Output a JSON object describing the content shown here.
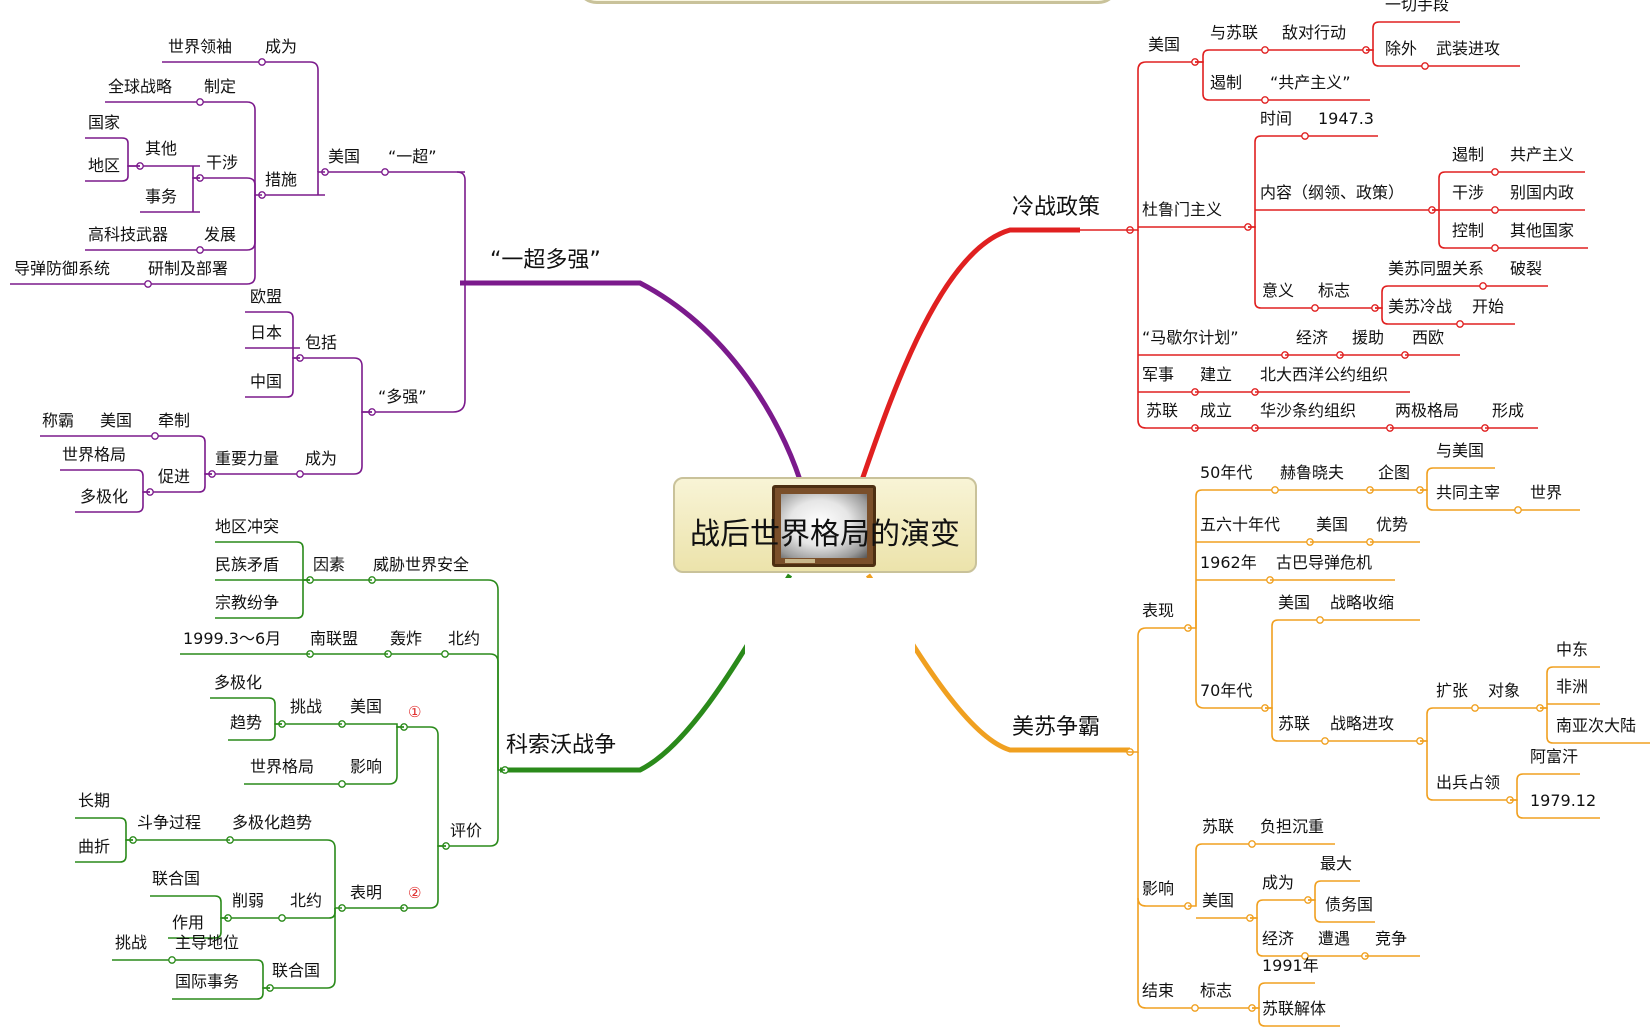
{
  "center": {
    "title": "战后世界格局的演变"
  },
  "colors": {
    "purple": "#7b1a8c",
    "red": "#e02020",
    "green": "#2a8a1a",
    "orange": "#f0a020"
  },
  "p": {
    "main": "“一超多强”",
    "yichao": "“一超”",
    "us": "美国",
    "cuoshi": "措施",
    "chengwei1": "成为",
    "shijielingxiu": "世界领袖",
    "zhiding": "制定",
    "quanqiuzhanlue": "全球战略",
    "ganshe": "干涉",
    "qita": "其他",
    "guojia": "国家",
    "diqu": "地区",
    "shiwu": "事务",
    "fazhan": "发展",
    "gaokeji": "高科技武器",
    "yanzhi": "研制及部署",
    "daodan": "导弹防御系统",
    "duoqiang": "“多强”",
    "baokuo": "包括",
    "oumeng": "欧盟",
    "riben": "日本",
    "zhongguo": "中国",
    "chengwei2": "成为",
    "zhongyaoliliang": "重要力量",
    "qianzhi": "牵制",
    "us2": "美国",
    "chengba": "称霸",
    "cujin": "促进",
    "shijiegeju": "世界格局",
    "duojihua": "多极化"
  },
  "r": {
    "main": "冷战政策",
    "us": "美国",
    "yusulian": "与苏联",
    "didui": "敌对行动",
    "yiqie": "一切手段",
    "chuwai": "除外",
    "wuzhuang": "武装进攻",
    "ezhi": "遏制",
    "gongchan": "“共产主义”",
    "dulumen": "杜鲁门主义",
    "shijian": "时间",
    "date": "1947.3",
    "neirong": "内容（纲领、政策）",
    "ezhi2": "遏制",
    "gongchan2": "共产主义",
    "ganshe": "干涉",
    "bieguo": "别国内政",
    "kongzhi": "控制",
    "qitaguojia": "其他国家",
    "yiyi": "意义",
    "biaozhi": "标志",
    "meisu": "美苏同盟关系",
    "polie": "破裂",
    "meisulengzhan": "美苏冷战",
    "kaishi": "开始",
    "mashaer": "“马歇尔计划”",
    "jingji": "经济",
    "yuanzhu": "援助",
    "xiou": "西欧",
    "junshi": "军事",
    "jianli": "建立",
    "beida": "北大西洋公约组织",
    "sulian": "苏联",
    "chengli": "成立",
    "huasha": "华沙条约组织",
    "liangji": "两极格局",
    "xingcheng": "形成"
  },
  "g": {
    "main": "科索沃战争",
    "weixie": "威胁世界安全",
    "yinsu": "因素",
    "diquchongtu": "地区冲突",
    "minzu": "民族矛盾",
    "zongjiao": "宗教纷争",
    "beiyue": "北约",
    "hongzha": "轰炸",
    "nanlianmeng": "南联盟",
    "date": "1999.3～6月",
    "pingjia": "评价",
    "n1": "①",
    "us": "美国",
    "tiaozhan": "挑战",
    "duojihua": "多极化",
    "qushi": "趋势",
    "yingxiang": "影响",
    "shijiegeju": "世界格局",
    "n2": "②",
    "biaoming": "表明",
    "duojihuaqushi": "多极化趋势",
    "douzheng": "斗争过程",
    "changqi": "长期",
    "quzhe": "曲折",
    "beiyue2": "北约",
    "xueruo": "削弱",
    "lianheguo": "联合国",
    "zuoyong": "作用",
    "lianheguo2": "联合国",
    "zhudao": "主导地位",
    "tiaozhan2": "挑战",
    "guojishiwu": "国际事务"
  },
  "o": {
    "main": "美苏争霸",
    "biaoxian": "表现",
    "n50": "50年代",
    "heluxiaofu": "赫鲁晓夫",
    "qitu": "企图",
    "yumeiguo": "与美国",
    "gongtong": "共同主宰",
    "shijie": "世界",
    "n5060": "五六十年代",
    "us": "美国",
    "youshi": "优势",
    "n1962": "1962年",
    "guba": "古巴导弹危机",
    "n70": "70年代",
    "us2": "美国",
    "zhanlueshousuo": "战略收缩",
    "sulian": "苏联",
    "zhanluejingong": "战略进攻",
    "kuozhang": "扩张",
    "duixiang": "对象",
    "zhongdong": "中东",
    "feizhou": "非洲",
    "nanya": "南亚次大陆",
    "chubing": "出兵占领",
    "afuhan": "阿富汗",
    "date": "1979.12",
    "yingxiang": "影响",
    "sulian2": "苏联",
    "fudan": "负担沉重",
    "us3": "美国",
    "chengwei": "成为",
    "zuida": "最大",
    "zhaiwuguo": "债务国",
    "jingji": "经济",
    "zaoyu": "遭遇",
    "jingzheng": "竞争",
    "jieshu": "结束",
    "biaozhi": "标志",
    "n1991": "1991年",
    "jieti": "苏联解体"
  }
}
